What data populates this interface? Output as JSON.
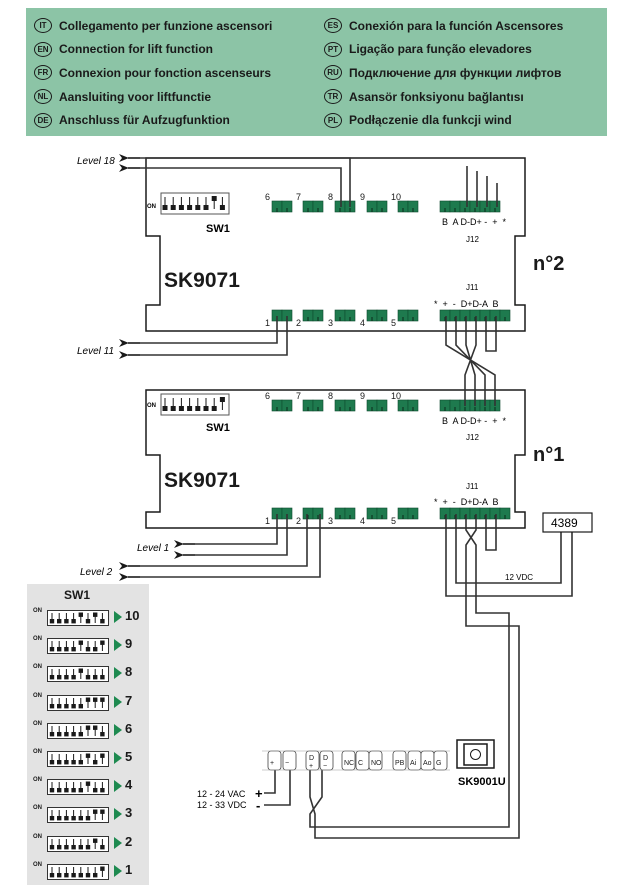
{
  "header": {
    "left": [
      {
        "code": "IT",
        "text": "Collegamento per funzione ascensori"
      },
      {
        "code": "EN",
        "text": "Connection for lift function"
      },
      {
        "code": "FR",
        "text": "Connexion pour fonction ascenseurs"
      },
      {
        "code": "NL",
        "text": "Aansluiting voor liftfunctie"
      },
      {
        "code": "DE",
        "text": "Anschluss für Aufzugfunktion"
      }
    ],
    "right": [
      {
        "code": "ES",
        "text": "Conexión para la función Ascensores"
      },
      {
        "code": "PT",
        "text": "Ligação para função elevadores"
      },
      {
        "code": "RU",
        "text": "Подключение для функции лифтов"
      },
      {
        "code": "TR",
        "text": "Asansör fonksiyonu bağlantısı"
      },
      {
        "code": "PL",
        "text": "Podłączenie dla funkcji wind"
      }
    ]
  },
  "colors": {
    "header_bg": "#8cc4a6",
    "terminal_green": "#1e7a4e",
    "arrow_green": "#1e8a50",
    "panel_gray": "#e3e3e3"
  },
  "modules": [
    {
      "id": "n2",
      "label": "n°2",
      "model": "SK9071",
      "sw_label": "SW1",
      "on_label": "ON",
      "dip_on": [
        7
      ],
      "top_terminals": [
        "6",
        "7",
        "8",
        "9",
        "10"
      ],
      "bottom_terminals": [
        "1",
        "2",
        "3",
        "4",
        "5"
      ],
      "j12_label": "J12",
      "j12_pins": "B  A D-D+ -  +  *",
      "j11_label": "J11",
      "j11_pins": "*  +  -  D+D-A  B",
      "level_top": "Level 18",
      "level_bottom": "Level 11"
    },
    {
      "id": "n1",
      "label": "n°1",
      "model": "SK9071",
      "sw_label": "SW1",
      "on_label": "ON",
      "dip_on": [
        8
      ],
      "top_terminals": [
        "6",
        "7",
        "8",
        "9",
        "10"
      ],
      "bottom_terminals": [
        "1",
        "2",
        "3",
        "4",
        "5"
      ],
      "j12_label": "J12",
      "j12_pins": "B  A D-D+ -  +  *",
      "j11_label": "J11",
      "j11_pins": "*  +  -  D+D-A  B",
      "level_a": "Level 1",
      "level_b": "Level 2"
    }
  ],
  "power_supply": {
    "label": "4389",
    "voltage": "12 VDC"
  },
  "panel": {
    "model": "SK9001U",
    "terminals": [
      "+",
      "−",
      "D\n+",
      "D\n−",
      "NC",
      "C",
      "NO",
      "PB",
      "Ai",
      "Ao",
      "G"
    ],
    "supply_ac": "12 - 24 VAC",
    "supply_dc": "12 - 33 VDC",
    "plus": "+",
    "minus": "-"
  },
  "sw1_table": {
    "title": "SW1",
    "on_label": "ON",
    "rows": [
      {
        "level": "10",
        "on": [
          5,
          7
        ]
      },
      {
        "level": "9",
        "on": [
          5,
          8
        ]
      },
      {
        "level": "8",
        "on": [
          5
        ]
      },
      {
        "level": "7",
        "on": [
          6,
          7,
          8
        ]
      },
      {
        "level": "6",
        "on": [
          6,
          7
        ]
      },
      {
        "level": "5",
        "on": [
          6,
          8
        ]
      },
      {
        "level": "4",
        "on": [
          6
        ]
      },
      {
        "level": "3",
        "on": [
          7,
          8
        ]
      },
      {
        "level": "2",
        "on": [
          7
        ]
      },
      {
        "level": "1",
        "on": [
          8
        ]
      }
    ]
  }
}
